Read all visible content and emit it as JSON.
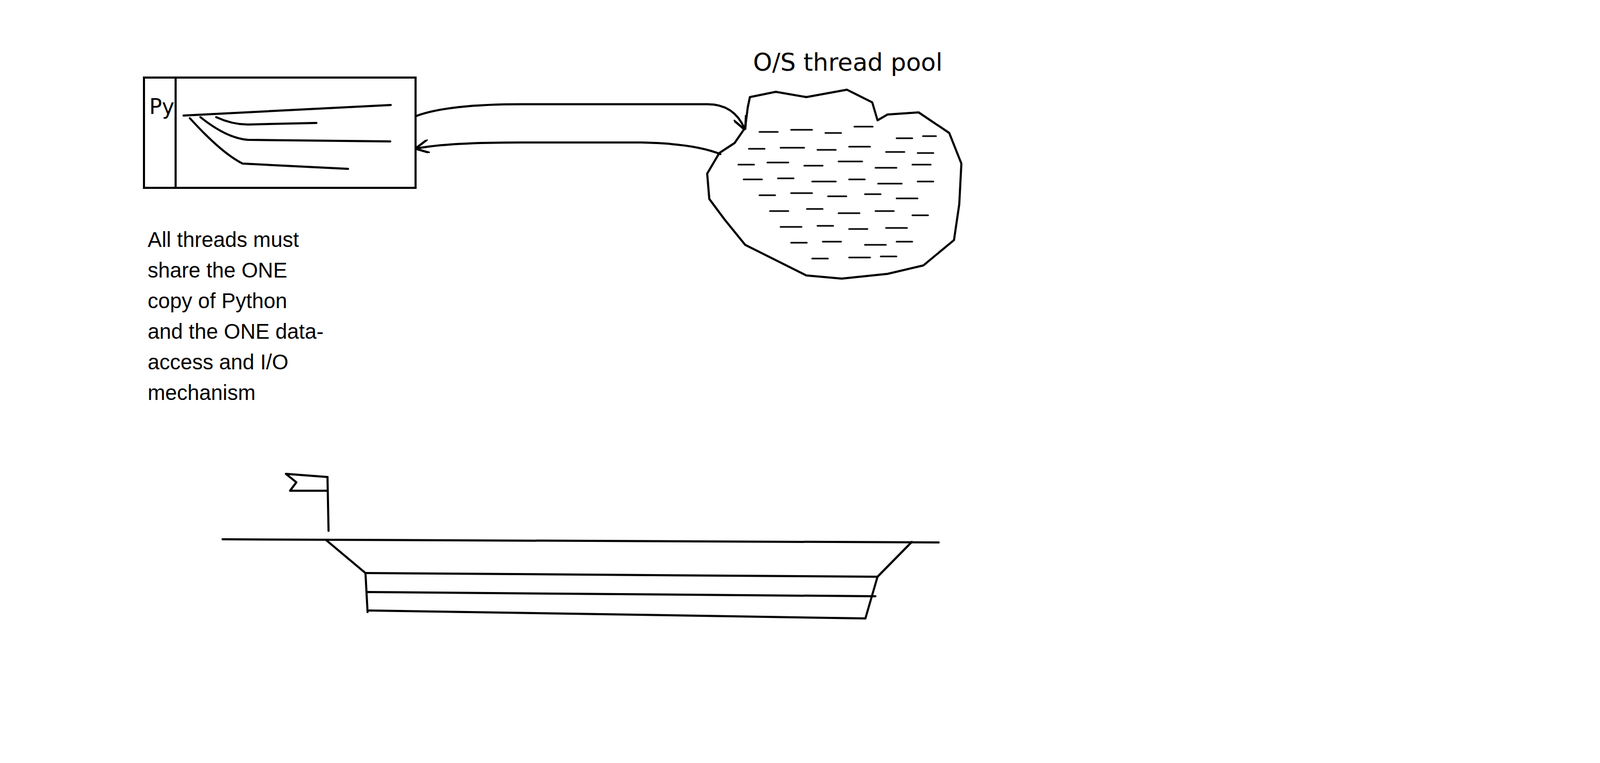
{
  "diagram": {
    "nodes": [
      {
        "text": [
          "Py"
        ]
      },
      {
        "text": [
          "O/S thread pool"
        ]
      }
    ],
    "edges": [
      {
        "from": 0,
        "to": 1,
        "arrow": "to"
      },
      {
        "from": 1,
        "to": 0,
        "arrow": "to"
      }
    ],
    "labels": [
      "All threads must share the ONE copy of Python and the ONE data-access and I/O mechanism"
    ]
  }
}
